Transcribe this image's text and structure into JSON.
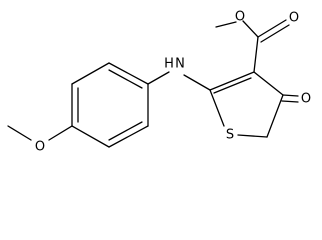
{
  "atoms": {
    "ester_carbonyl_o": "O",
    "ester_ether_o": "O",
    "nh": "H",
    "nh_n": "N",
    "ketone_o": "O",
    "ring_s": "S",
    "methoxy_o": "O"
  }
}
